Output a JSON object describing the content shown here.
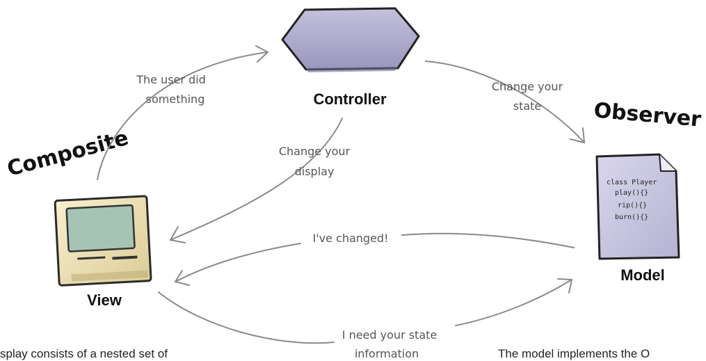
{
  "nodes": {
    "controller": {
      "label": "Controller"
    },
    "view": {
      "label": "View"
    },
    "model": {
      "label": "Model",
      "code_lines": [
        "class Player",
        "play(){}",
        "rip(){}",
        "burn(){}"
      ]
    }
  },
  "patterns": {
    "composite": "Composite",
    "observer": "Observer"
  },
  "arrows": {
    "user_did_something": [
      "The user did",
      "something"
    ],
    "change_state": [
      "Change your",
      "state"
    ],
    "change_display": [
      "Change your",
      "display"
    ],
    "ive_changed": "I've changed!",
    "need_state": [
      "I need your state",
      "information"
    ]
  },
  "captions": {
    "left": "splay consists of a nested set of",
    "right": "The model implements the O"
  },
  "colors": {
    "controller_fill": "#a9a6c8",
    "model_fill": "#cdcbe3",
    "view_fill": "#efe6bf",
    "screen_fill": "#a6c4b4",
    "arrow": "#8a8a8a"
  }
}
